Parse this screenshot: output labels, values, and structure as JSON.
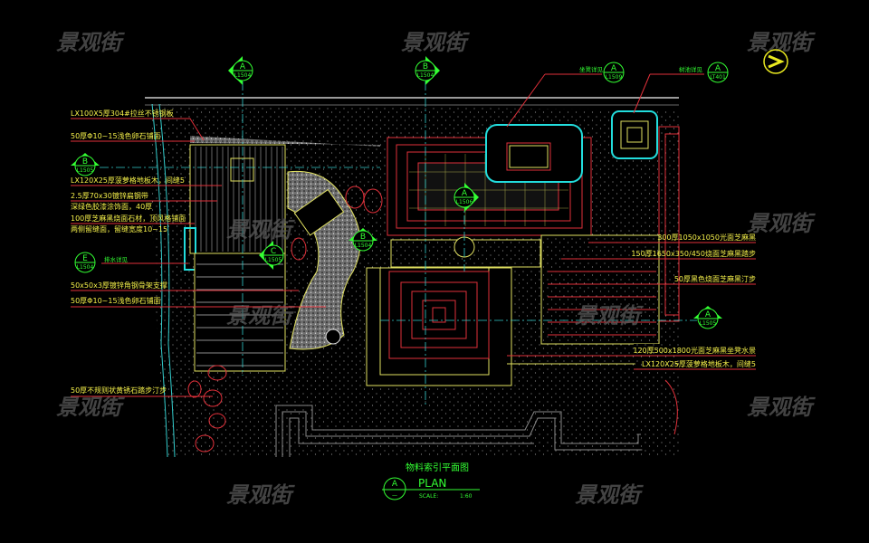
{
  "watermark": "景观街",
  "left_labels": [
    "LX100X5厚304#拉丝不锈钢板",
    "50厚Φ10~15浅色卵石铺面",
    "LX120X25厚菠萝格地板木，间缝5",
    "2.5厚70x30镀锌扁钢带",
    "深绿色胶漆涂饰面，40厚",
    "100厚芝麻黑烧面石材，顶风格铺面",
    "两侧留缝面，留缝宽度10~15",
    "50x50x3厚镀锌角钢骨架支撑",
    "50厚Φ10~15浅色卵石铺面",
    "50厚不规则状黄锈石踏步汀步"
  ],
  "right_labels": [
    "300厚1050x1050光面芝麻黑",
    "150厚1650x350/450烧面芝麻黑踏步",
    "50厚黑色烧面芝麻黑汀步",
    "120厚500x1800光面芝麻黑坐凳水景",
    "LX120X25厚菠萝格地板木，间缝5"
  ],
  "top_tags": [
    "坐凳详见",
    "树池详见"
  ],
  "drain_tag": "排水详见",
  "markers": [
    {
      "letter": "A",
      "sheet": "L1504"
    },
    {
      "letter": "B",
      "sheet": "L1504"
    },
    {
      "letter": "A",
      "sheet": "L1509"
    },
    {
      "letter": "A",
      "sheet": "LT401"
    },
    {
      "letter": "B",
      "sheet": "L1505"
    },
    {
      "letter": "E",
      "sheet": "L1504"
    },
    {
      "letter": "C",
      "sheet": "L1505"
    },
    {
      "letter": "A",
      "sheet": "L1506"
    },
    {
      "letter": "B",
      "sheet": "L1504"
    },
    {
      "letter": "A",
      "sheet": "L1505"
    }
  ],
  "title": {
    "name": "物料索引平面图",
    "plan": "PLAN",
    "scale_label": "SCALE:",
    "scale_value": "1:60",
    "letter": "A",
    "sheet": "—"
  },
  "colors": {
    "background": "#000000",
    "label": "#f5f04a",
    "leader": "#e0303a",
    "marker": "#33ff33",
    "axis": "#33cccc"
  }
}
